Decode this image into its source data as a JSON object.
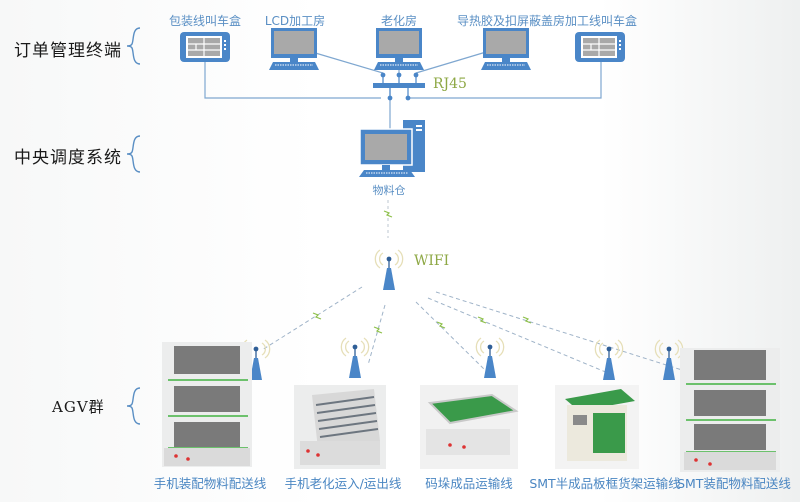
{
  "tiers": {
    "order_terminal": "订单管理终端",
    "central_dispatch": "中央调度系统",
    "agv_group": "AGV群"
  },
  "terminals": [
    {
      "label": "包装线叫车盒",
      "type": "tablet"
    },
    {
      "label": "LCD加工房",
      "type": "monitor"
    },
    {
      "label": "老化房",
      "type": "monitor"
    },
    {
      "label": "导热胶及扣屏蔽盖房",
      "type": "monitor"
    },
    {
      "label": "加工线叫车盒",
      "type": "tablet"
    }
  ],
  "switch_label": "RJ45",
  "central_pc_label": "物料仓",
  "wifi_label": "WIFI",
  "agvs": [
    {
      "label": "手机装配物料配送线",
      "type": "shelf-cart"
    },
    {
      "label": "手机老化运入/运出线",
      "type": "roller-cart"
    },
    {
      "label": "码垛成品运输线",
      "type": "table-cart"
    },
    {
      "label": "SMT半成品板框货架运输线",
      "type": "tunnel-cart"
    },
    {
      "label": "SMT装配物料配送线",
      "type": "shelf-cart"
    }
  ],
  "colors": {
    "device_blue": "#4a86c8",
    "screen_gray": "#a9a9a9",
    "line_blue": "#7fa7d0",
    "wireless_green": "#8ec04a",
    "label_blue": "#5a8fc4",
    "accent_green": "#8ea845"
  }
}
